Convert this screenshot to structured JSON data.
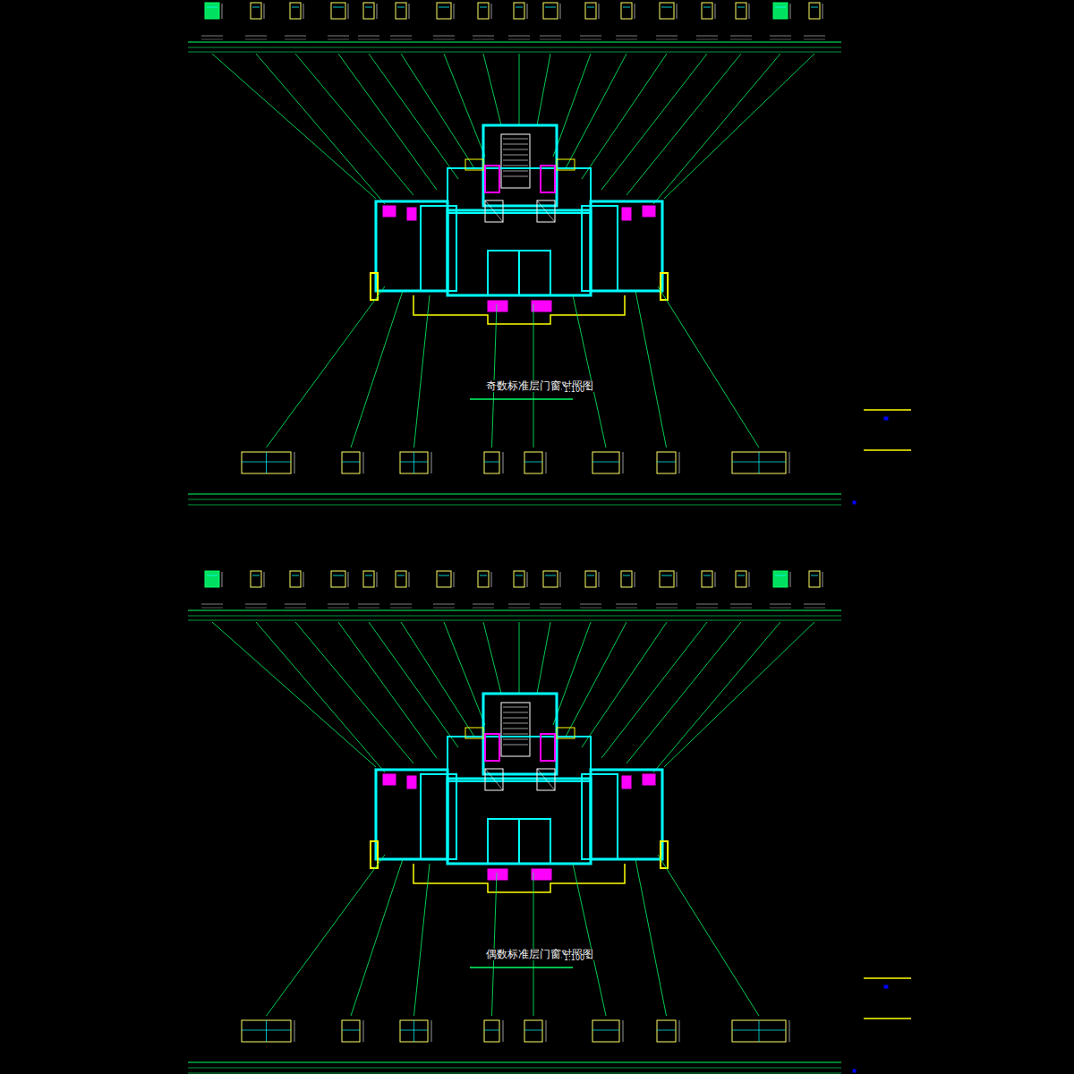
{
  "diagram": {
    "labels": [
      "奇数标准层门窗对照图",
      "1:100",
      "偶数标准层门窗对照图",
      "1:100"
    ]
  }
}
